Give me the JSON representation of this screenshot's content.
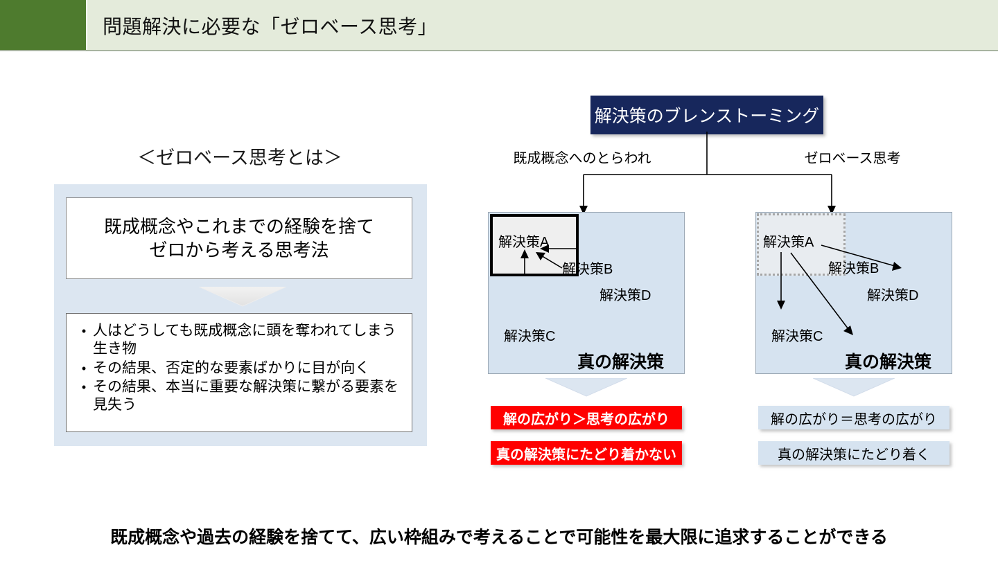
{
  "header": {
    "title": "問題解決に必要な「ゼロベース思考」",
    "accent_color": "#4E7B2E",
    "band_color": "#E4EBDB"
  },
  "left_column": {
    "heading": "＜ゼロベース思考とは＞",
    "definition": "既成概念やこれまでの経験を捨て\nゼロから考える思考法",
    "chevron_icon": "down-chevron-icon",
    "bullet_marker": "•",
    "bullets": [
      "人はどうしても既成概念に頭を奪われてしまう生き物",
      "その結果、否定的な要素ばかりに目が向く",
      "その結果、本当に重要な解決策に繋がる要素を見失う"
    ],
    "panel_color": "#DCE6F1"
  },
  "diagram": {
    "brainstorm_label": "解決策のブレンストーミング",
    "brainstorm_color": "#17275C",
    "branch_left_label": "既成概念へのとらわれ",
    "branch_right_label": "ゼロベース思考",
    "panels": [
      {
        "id": "constrained",
        "inner_style": "thick-solid",
        "inner_label": "解決策A",
        "outer_labels": [
          "解決策B",
          "解決策D",
          "解決策C"
        ],
        "true_solution_label": "真の解決策",
        "arrow_direction": "inward",
        "results": [
          {
            "text": "解の広がり＞思考の広がり",
            "style": "red"
          },
          {
            "text": "真の解決策にたどり着かない",
            "style": "red"
          }
        ]
      },
      {
        "id": "zerobase",
        "inner_style": "dotted",
        "inner_label": "解決策A",
        "outer_labels": [
          "解決策B",
          "解決策D",
          "解決策C"
        ],
        "true_solution_label": "真の解決策",
        "arrow_direction": "outward",
        "results": [
          {
            "text": "解の広がり＝思考の広がり",
            "style": "blue"
          },
          {
            "text": "真の解決策にたどり着く",
            "style": "blue"
          }
        ]
      }
    ],
    "panel_fill": "#D6E3F0",
    "result_red": "#FF0000",
    "result_blue": "#D6E3F0"
  },
  "footer": {
    "summary": "既成概念や過去の経験を捨てて、広い枠組みで考えることで可能性を最大限に追求することができる"
  }
}
